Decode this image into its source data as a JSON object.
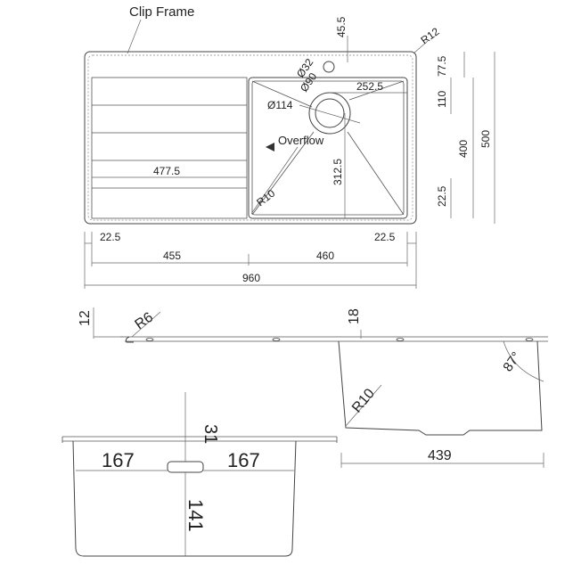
{
  "top_view": {
    "clip_frame_label": "Clip Frame",
    "overflow_label": "Overflow",
    "dims": {
      "tap_hole_offset": "45.5",
      "corner_radius": "R12",
      "tap_hole_dia": "Ø32",
      "overflow_dia": "Ø90",
      "waste_dia": "Ø114",
      "waste_x": "252.5",
      "drainer_width": "477.5",
      "bowl_radius": "R10",
      "waste_y": "312.5",
      "top_offset": "77.5",
      "bowl_offset_h": "110",
      "bowl_depth_len": "400",
      "overall_depth": "500",
      "bottom_offset": "22.5",
      "left_margin": "22.5",
      "right_margin": "22.5",
      "left_section": "455",
      "right_section": "460",
      "overall_length": "960"
    }
  },
  "side_view": {
    "dims": {
      "thickness": "12",
      "edge_radius": "R6",
      "flange": "18",
      "wall_angle": "87°",
      "bottom_radius": "R10",
      "bowl_length": "439"
    }
  },
  "front_view": {
    "dims": {
      "overflow_height": "31",
      "left_half": "167",
      "right_half": "167",
      "bowl_height": "141"
    }
  }
}
